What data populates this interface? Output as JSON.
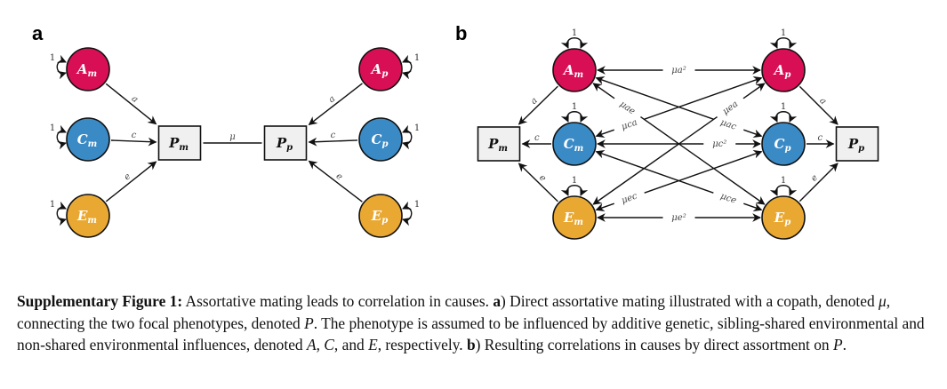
{
  "figure": {
    "panels": [
      {
        "id": "a",
        "label": "a",
        "nodes": [
          {
            "id": "Am",
            "base": "A",
            "sub": "m",
            "kind": "circle",
            "factor": "A",
            "loop_label": "1"
          },
          {
            "id": "Cm",
            "base": "C",
            "sub": "m",
            "kind": "circle",
            "factor": "C",
            "loop_label": "1"
          },
          {
            "id": "Em",
            "base": "E",
            "sub": "m",
            "kind": "circle",
            "factor": "E",
            "loop_label": "1"
          },
          {
            "id": "Pm",
            "base": "P",
            "sub": "m",
            "kind": "box"
          },
          {
            "id": "Pp",
            "base": "P",
            "sub": "p",
            "kind": "box"
          },
          {
            "id": "Ap",
            "base": "A",
            "sub": "p",
            "kind": "circle",
            "factor": "A",
            "loop_label": "1"
          },
          {
            "id": "Cp",
            "base": "C",
            "sub": "p",
            "kind": "circle",
            "factor": "C",
            "loop_label": "1"
          },
          {
            "id": "Ep",
            "base": "E",
            "sub": "p",
            "kind": "circle",
            "factor": "E",
            "loop_label": "1"
          }
        ],
        "edges": [
          {
            "from": "Am",
            "to": "Pm",
            "label": "a",
            "type": "directed"
          },
          {
            "from": "Cm",
            "to": "Pm",
            "label": "c",
            "type": "directed"
          },
          {
            "from": "Em",
            "to": "Pm",
            "label": "e",
            "type": "directed"
          },
          {
            "from": "Pm",
            "to": "Pp",
            "label": "μ",
            "type": "undirected"
          },
          {
            "from": "Ap",
            "to": "Pp",
            "label": "a",
            "type": "directed"
          },
          {
            "from": "Cp",
            "to": "Pp",
            "label": "c",
            "type": "directed"
          },
          {
            "from": "Ep",
            "to": "Pp",
            "label": "e",
            "type": "directed"
          }
        ]
      },
      {
        "id": "b",
        "label": "b",
        "nodes": [
          {
            "id": "Pm",
            "base": "P",
            "sub": "m",
            "kind": "box"
          },
          {
            "id": "Am",
            "base": "A",
            "sub": "m",
            "kind": "circle",
            "factor": "A",
            "loop_label": "1"
          },
          {
            "id": "Cm",
            "base": "C",
            "sub": "m",
            "kind": "circle",
            "factor": "C",
            "loop_label": "1"
          },
          {
            "id": "Em",
            "base": "E",
            "sub": "m",
            "kind": "circle",
            "factor": "E",
            "loop_label": "1"
          },
          {
            "id": "Ap",
            "base": "A",
            "sub": "p",
            "kind": "circle",
            "factor": "A",
            "loop_label": "1"
          },
          {
            "id": "Cp",
            "base": "C",
            "sub": "p",
            "kind": "circle",
            "factor": "C",
            "loop_label": "1"
          },
          {
            "id": "Ep",
            "base": "E",
            "sub": "p",
            "kind": "circle",
            "factor": "E",
            "loop_label": "1"
          },
          {
            "id": "Pp",
            "base": "P",
            "sub": "p",
            "kind": "box"
          }
        ],
        "edges": [
          {
            "from": "Am",
            "to": "Pm",
            "label": "a",
            "type": "directed"
          },
          {
            "from": "Cm",
            "to": "Pm",
            "label": "c",
            "type": "directed"
          },
          {
            "from": "Em",
            "to": "Pm",
            "label": "e",
            "type": "directed"
          },
          {
            "from": "Ap",
            "to": "Pp",
            "label": "a",
            "type": "directed"
          },
          {
            "from": "Cp",
            "to": "Pp",
            "label": "c",
            "type": "directed"
          },
          {
            "from": "Ep",
            "to": "Pp",
            "label": "e",
            "type": "directed"
          },
          {
            "from": "Am",
            "to": "Ap",
            "label": "μa²",
            "type": "bidirected"
          },
          {
            "from": "Cm",
            "to": "Cp",
            "label": "μc²",
            "type": "bidirected"
          },
          {
            "from": "Em",
            "to": "Ep",
            "label": "μe²",
            "type": "bidirected"
          },
          {
            "from": "Am",
            "to": "Cp",
            "label": "μac",
            "type": "bidirected"
          },
          {
            "from": "Am",
            "to": "Ep",
            "label": "μae",
            "type": "bidirected"
          },
          {
            "from": "Cm",
            "to": "Ap",
            "label": "μca",
            "type": "bidirected"
          },
          {
            "from": "Cm",
            "to": "Ep",
            "label": "μce",
            "type": "bidirected"
          },
          {
            "from": "Em",
            "to": "Ap",
            "label": "μea",
            "type": "bidirected"
          },
          {
            "from": "Em",
            "to": "Cp",
            "label": "μec",
            "type": "bidirected"
          }
        ]
      }
    ],
    "colors": {
      "A": "#d90f55",
      "C": "#3a8ac6",
      "E": "#e9a832",
      "box_fill": "#f0f0f0",
      "stroke": "#111111"
    }
  },
  "caption": {
    "title": "Supplementary Figure 1:",
    "text_1": " Assortative mating leads to correlation in causes. ",
    "a_label": "a",
    "text_2": ") Direct assortative mating illustrated with a copath, denoted ",
    "mu": "μ",
    "text_3": ", connecting the two focal phenotypes, denoted ",
    "P1": "P",
    "text_4": ".  The phenotype is assumed to be influenced by additive genetic, sibling-shared environmental and non-shared environmental influences, denoted ",
    "A": "A",
    "sep1": ", ",
    "C": "C",
    "sep2": ", and ",
    "E": "E",
    "text_5": ", respectively. ",
    "b_label": "b",
    "text_6": ") Resulting correlations in causes by direct assortment on ",
    "P2": "P",
    "text_7": "."
  }
}
